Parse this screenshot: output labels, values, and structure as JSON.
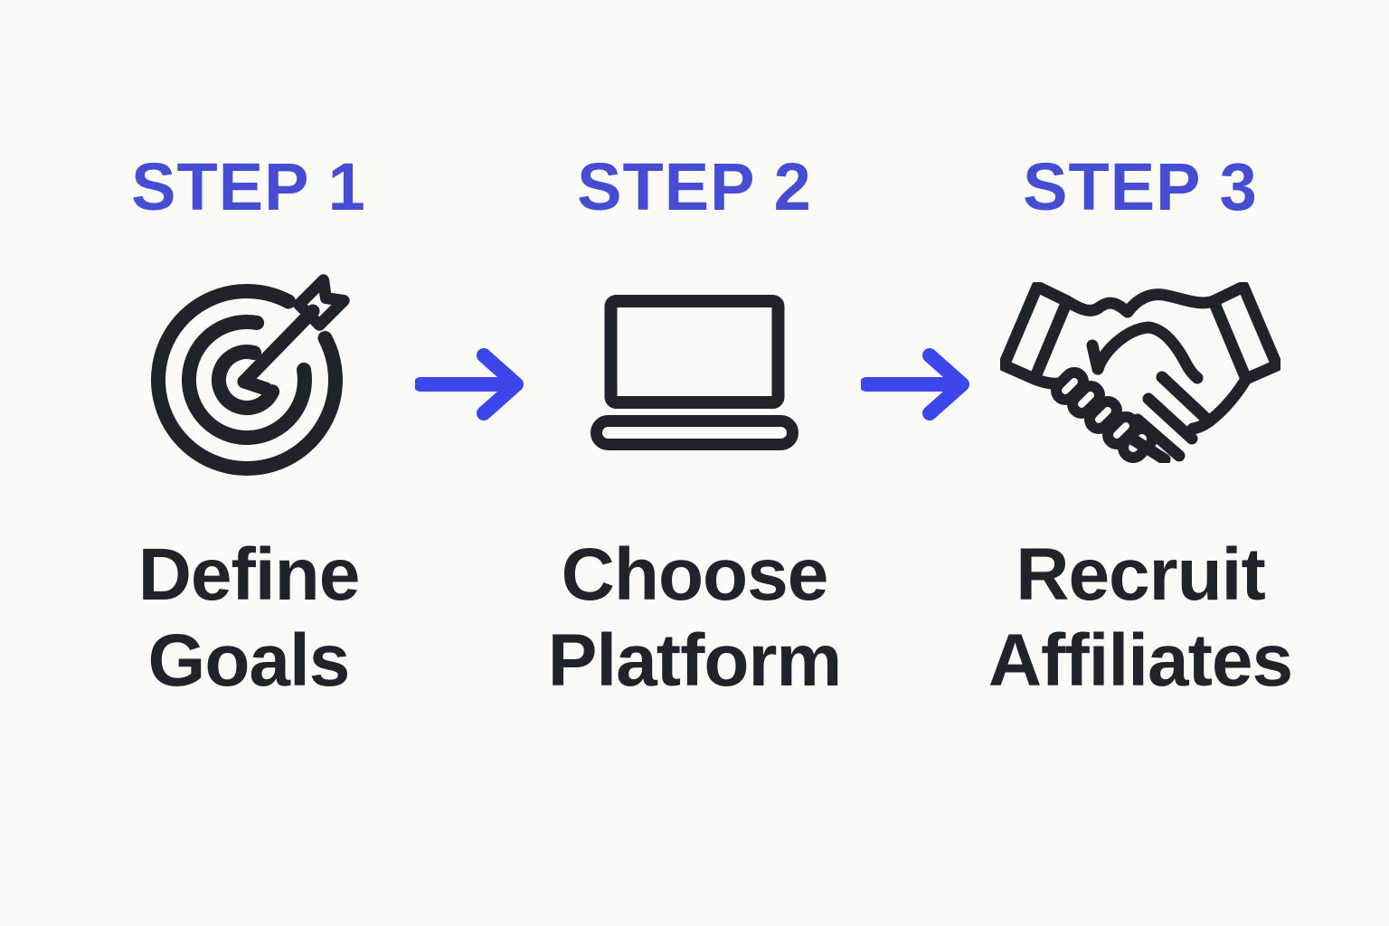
{
  "page": {
    "background": "#fafaf7"
  },
  "colors": {
    "step_label": "#464dd2",
    "arrow": "#3c46eb",
    "text": "#1e242a",
    "icon": "#1e242a"
  },
  "steps": [
    {
      "label": "STEP 1",
      "icon": "target-icon",
      "caption_line1": "Define",
      "caption_line2": "Goals"
    },
    {
      "label": "STEP 2",
      "icon": "laptop-icon",
      "caption_line1": "Choose",
      "caption_line2": "Platform"
    },
    {
      "label": "STEP 3",
      "icon": "handshake-icon",
      "caption_line1": "Recruit",
      "caption_line2": "Affiliates"
    }
  ],
  "arrows": [
    {
      "name": "arrow-right-1"
    },
    {
      "name": "arrow-right-2"
    }
  ]
}
